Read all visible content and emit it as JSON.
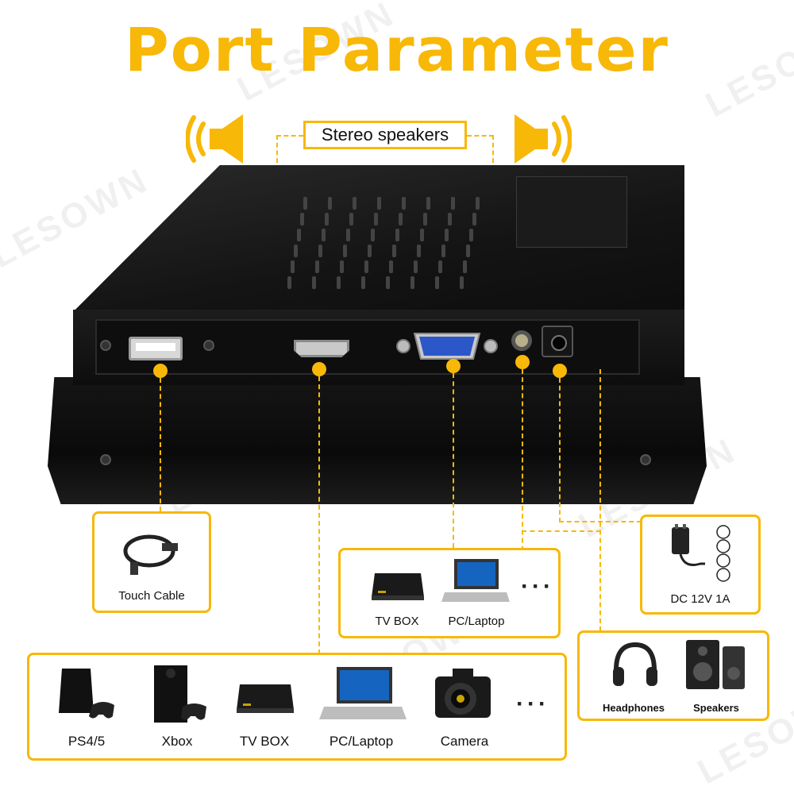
{
  "title": "Port Parameter",
  "speakers_label": "Stereo speakers",
  "watermark": "LESOWN",
  "ports": [
    "usb",
    "hdmi",
    "vga",
    "audio",
    "dc"
  ],
  "touch_cable_box": {
    "caption": "Touch Cable"
  },
  "vga_box": {
    "items": [
      "TV BOX",
      "PC/Laptop"
    ],
    "more": "···"
  },
  "power_box": {
    "caption": "DC 12V 1A"
  },
  "audio_box": {
    "items": [
      "Headphones",
      "Speakers"
    ]
  },
  "hdmi_box": {
    "items": [
      "PS4/5",
      "Xbox",
      "TV BOX",
      "PC/Laptop",
      "Camera"
    ],
    "more": "···"
  },
  "colors": {
    "accent": "#F8B808",
    "device": "#111111"
  }
}
